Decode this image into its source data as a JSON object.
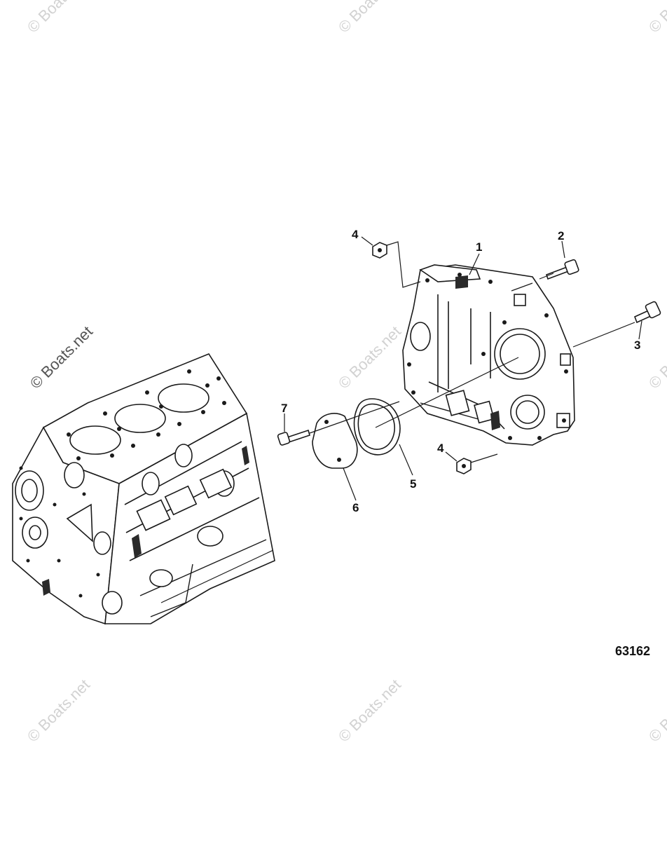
{
  "figure_number": "63162",
  "watermark": {
    "text": "© Boats.net"
  },
  "callouts": [
    {
      "id": "1",
      "label": "1"
    },
    {
      "id": "2",
      "label": "2"
    },
    {
      "id": "3",
      "label": "3"
    },
    {
      "id": "4a",
      "label": "4"
    },
    {
      "id": "4b",
      "label": "4"
    },
    {
      "id": "5",
      "label": "5"
    },
    {
      "id": "6",
      "label": "6"
    },
    {
      "id": "7",
      "label": "7"
    }
  ],
  "parts": [
    {
      "callout": "1",
      "name": "gear-housing"
    },
    {
      "callout": "2",
      "name": "bolt"
    },
    {
      "callout": "3",
      "name": "bolt"
    },
    {
      "callout": "4",
      "name": "nut"
    },
    {
      "callout": "5",
      "name": "gasket"
    },
    {
      "callout": "6",
      "name": "cover-plate"
    },
    {
      "callout": "7",
      "name": "bolt"
    }
  ],
  "colors": {
    "line": "#1a1a1a",
    "background": "#ffffff",
    "watermark_light": "#d2d2d2",
    "watermark_dark": "#555555"
  }
}
